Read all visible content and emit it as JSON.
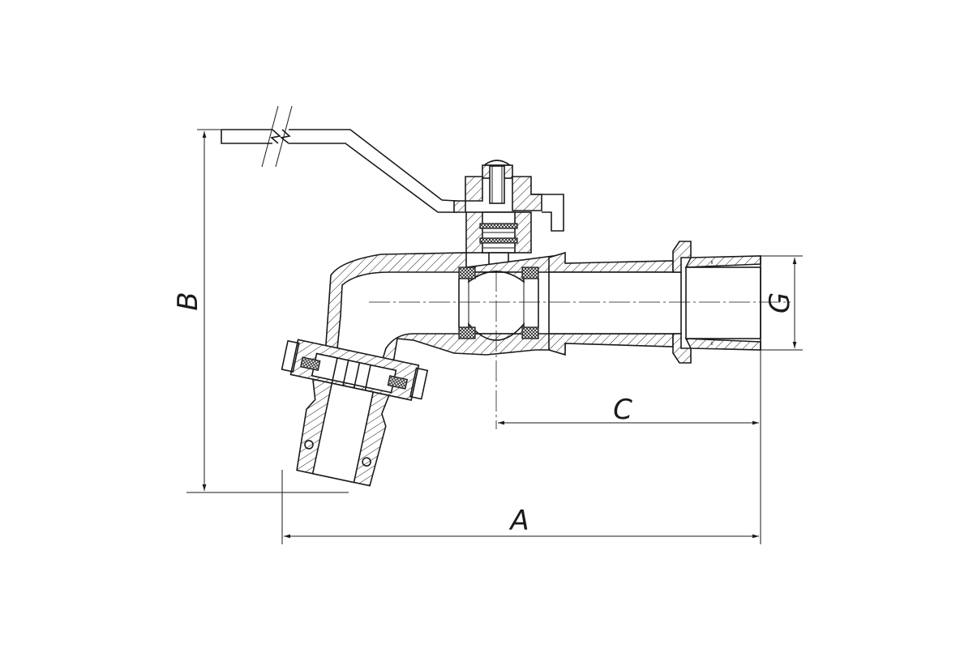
{
  "dimensions": {
    "a_label": "A",
    "b_label": "B",
    "c_label": "C",
    "g_label": "G"
  },
  "colors": {
    "line": "#1a1a1a",
    "background": "#ffffff"
  }
}
